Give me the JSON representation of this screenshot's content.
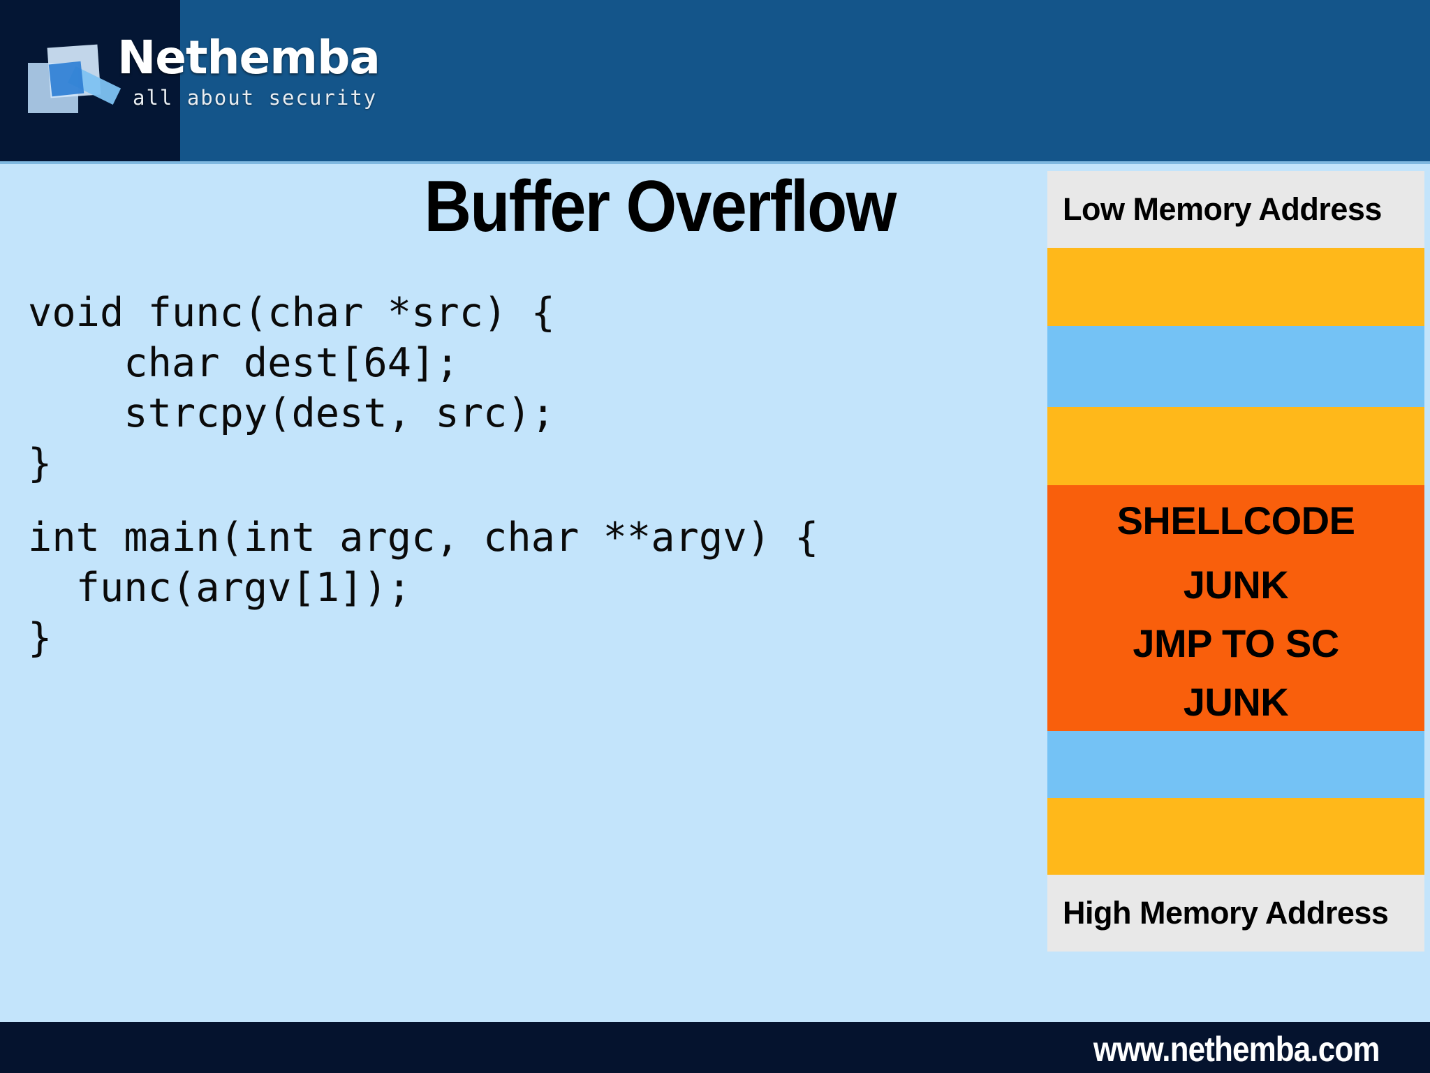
{
  "header": {
    "logo_name": "Nethemba",
    "logo_tagline": "all about security",
    "bg_color": "#14558a",
    "accent_dark": "#041634"
  },
  "slide": {
    "title": "Buffer Overflow",
    "background": "#c3e4fb"
  },
  "code": {
    "func_block": [
      "void func(char *src) {",
      "    char dest[64];",
      "    strcpy(dest, src);",
      "}"
    ],
    "main_block": [
      "int main(int argc, char **argv) {",
      "  func(argv[1]);",
      "}"
    ]
  },
  "memory_diagram": {
    "top_label": "Low Memory Address",
    "bottom_label": "High Memory Address",
    "label_bg": "#e8e8e8",
    "colors": {
      "orange": "#ffb81a",
      "blue": "#74c2f5",
      "red": "#f95f0c"
    },
    "rows": [
      {
        "label": "",
        "color": "#ffb81a",
        "height": 112,
        "kind": "orange"
      },
      {
        "label": "",
        "color": "#74c2f5",
        "height": 116,
        "kind": "blue"
      },
      {
        "label": "",
        "color": "#ffb81a",
        "height": 112,
        "kind": "orange"
      },
      {
        "label": "SHELLCODE",
        "color": "#f95f0c",
        "height": 100,
        "kind": "red"
      },
      {
        "label": "JUNK",
        "color": "#f95f0c",
        "height": 84,
        "kind": "red"
      },
      {
        "label": "JMP TO SC",
        "color": "#f95f0c",
        "height": 84,
        "kind": "red"
      },
      {
        "label": "JUNK",
        "color": "#f95f0c",
        "height": 84,
        "kind": "red"
      },
      {
        "label": "",
        "color": "#74c2f5",
        "height": 96,
        "kind": "blue"
      },
      {
        "label": "",
        "color": "#ffb81a",
        "height": 110,
        "kind": "orange"
      }
    ]
  },
  "footer": {
    "url": "www.nethemba.com",
    "bg_color": "#05132e"
  }
}
